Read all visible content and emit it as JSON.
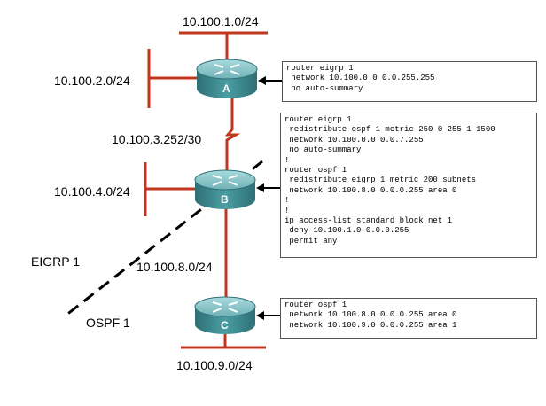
{
  "networks": {
    "net_1": "10.100.1.0/24",
    "net_2": "10.100.2.0/24",
    "net_3": "10.100.3.252/30",
    "net_4": "10.100.4.0/24",
    "net_8": "10.100.8.0/24",
    "net_9": "10.100.9.0/24"
  },
  "domains": {
    "eigrp": "EIGRP 1",
    "ospf": "OSPF 1"
  },
  "routers": [
    {
      "id": "A",
      "label": "A"
    },
    {
      "id": "B",
      "label": "B"
    },
    {
      "id": "C",
      "label": "C"
    }
  ],
  "configs": {
    "router_a": [
      "router eigrp 1",
      " network 10.100.0.0 0.0.255.255",
      " no auto-summary"
    ],
    "router_b": [
      "router eigrp 1",
      " redistribute ospf 1 metric 250 0 255 1 1500",
      " network 10.100.0.0 0.0.7.255",
      " no auto-summary",
      "!",
      "router ospf 1",
      " redistribute eigrp 1 metric 200 subnets",
      " network 10.100.8.0 0.0.0.255 area 0",
      "!",
      "!",
      "ip access-list standard block_net_1",
      " deny 10.100.1.0 0.0.0.255",
      " permit any"
    ],
    "router_c": [
      "router ospf 1",
      " network 10.100.8.0 0.0.0.255 area 0",
      " network 10.100.9.0 0.0.0.255 area 1"
    ]
  },
  "colors": {
    "link": "#c0361e",
    "router_body": "#3d8d92",
    "router_top": "#8fcbcf",
    "boundary": "#000000"
  },
  "icons": {
    "router": "cisco-router-icon",
    "pointer": "arrow-left-icon"
  }
}
